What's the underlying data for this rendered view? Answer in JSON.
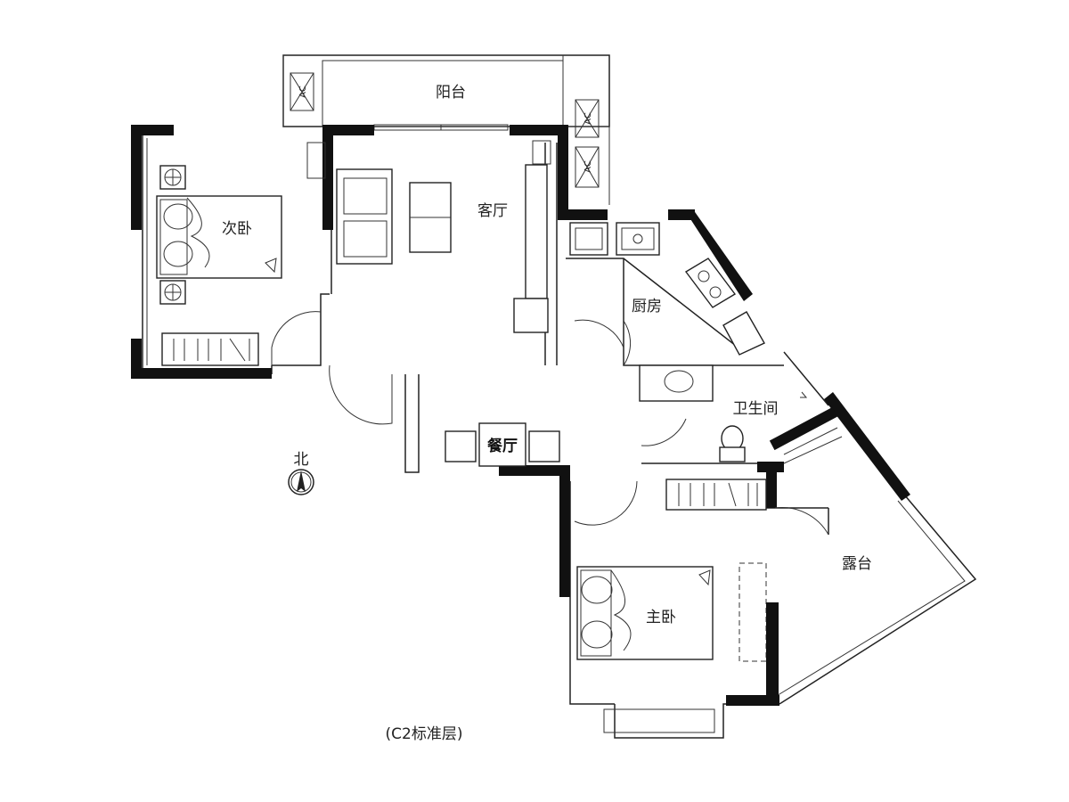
{
  "rooms": {
    "balcony": "阳台",
    "living_room": "客厅",
    "second_bedroom": "次卧",
    "kitchen": "厨房",
    "bathroom": "卫生间",
    "dining_room": "餐厅",
    "terrace": "露台",
    "master_bedroom": "主卧"
  },
  "north_label": "北",
  "plan_caption": "(C2标准层)",
  "ac_label": "AC",
  "colors": {
    "wall": "#111111",
    "line": "#222222",
    "background": "#ffffff"
  }
}
